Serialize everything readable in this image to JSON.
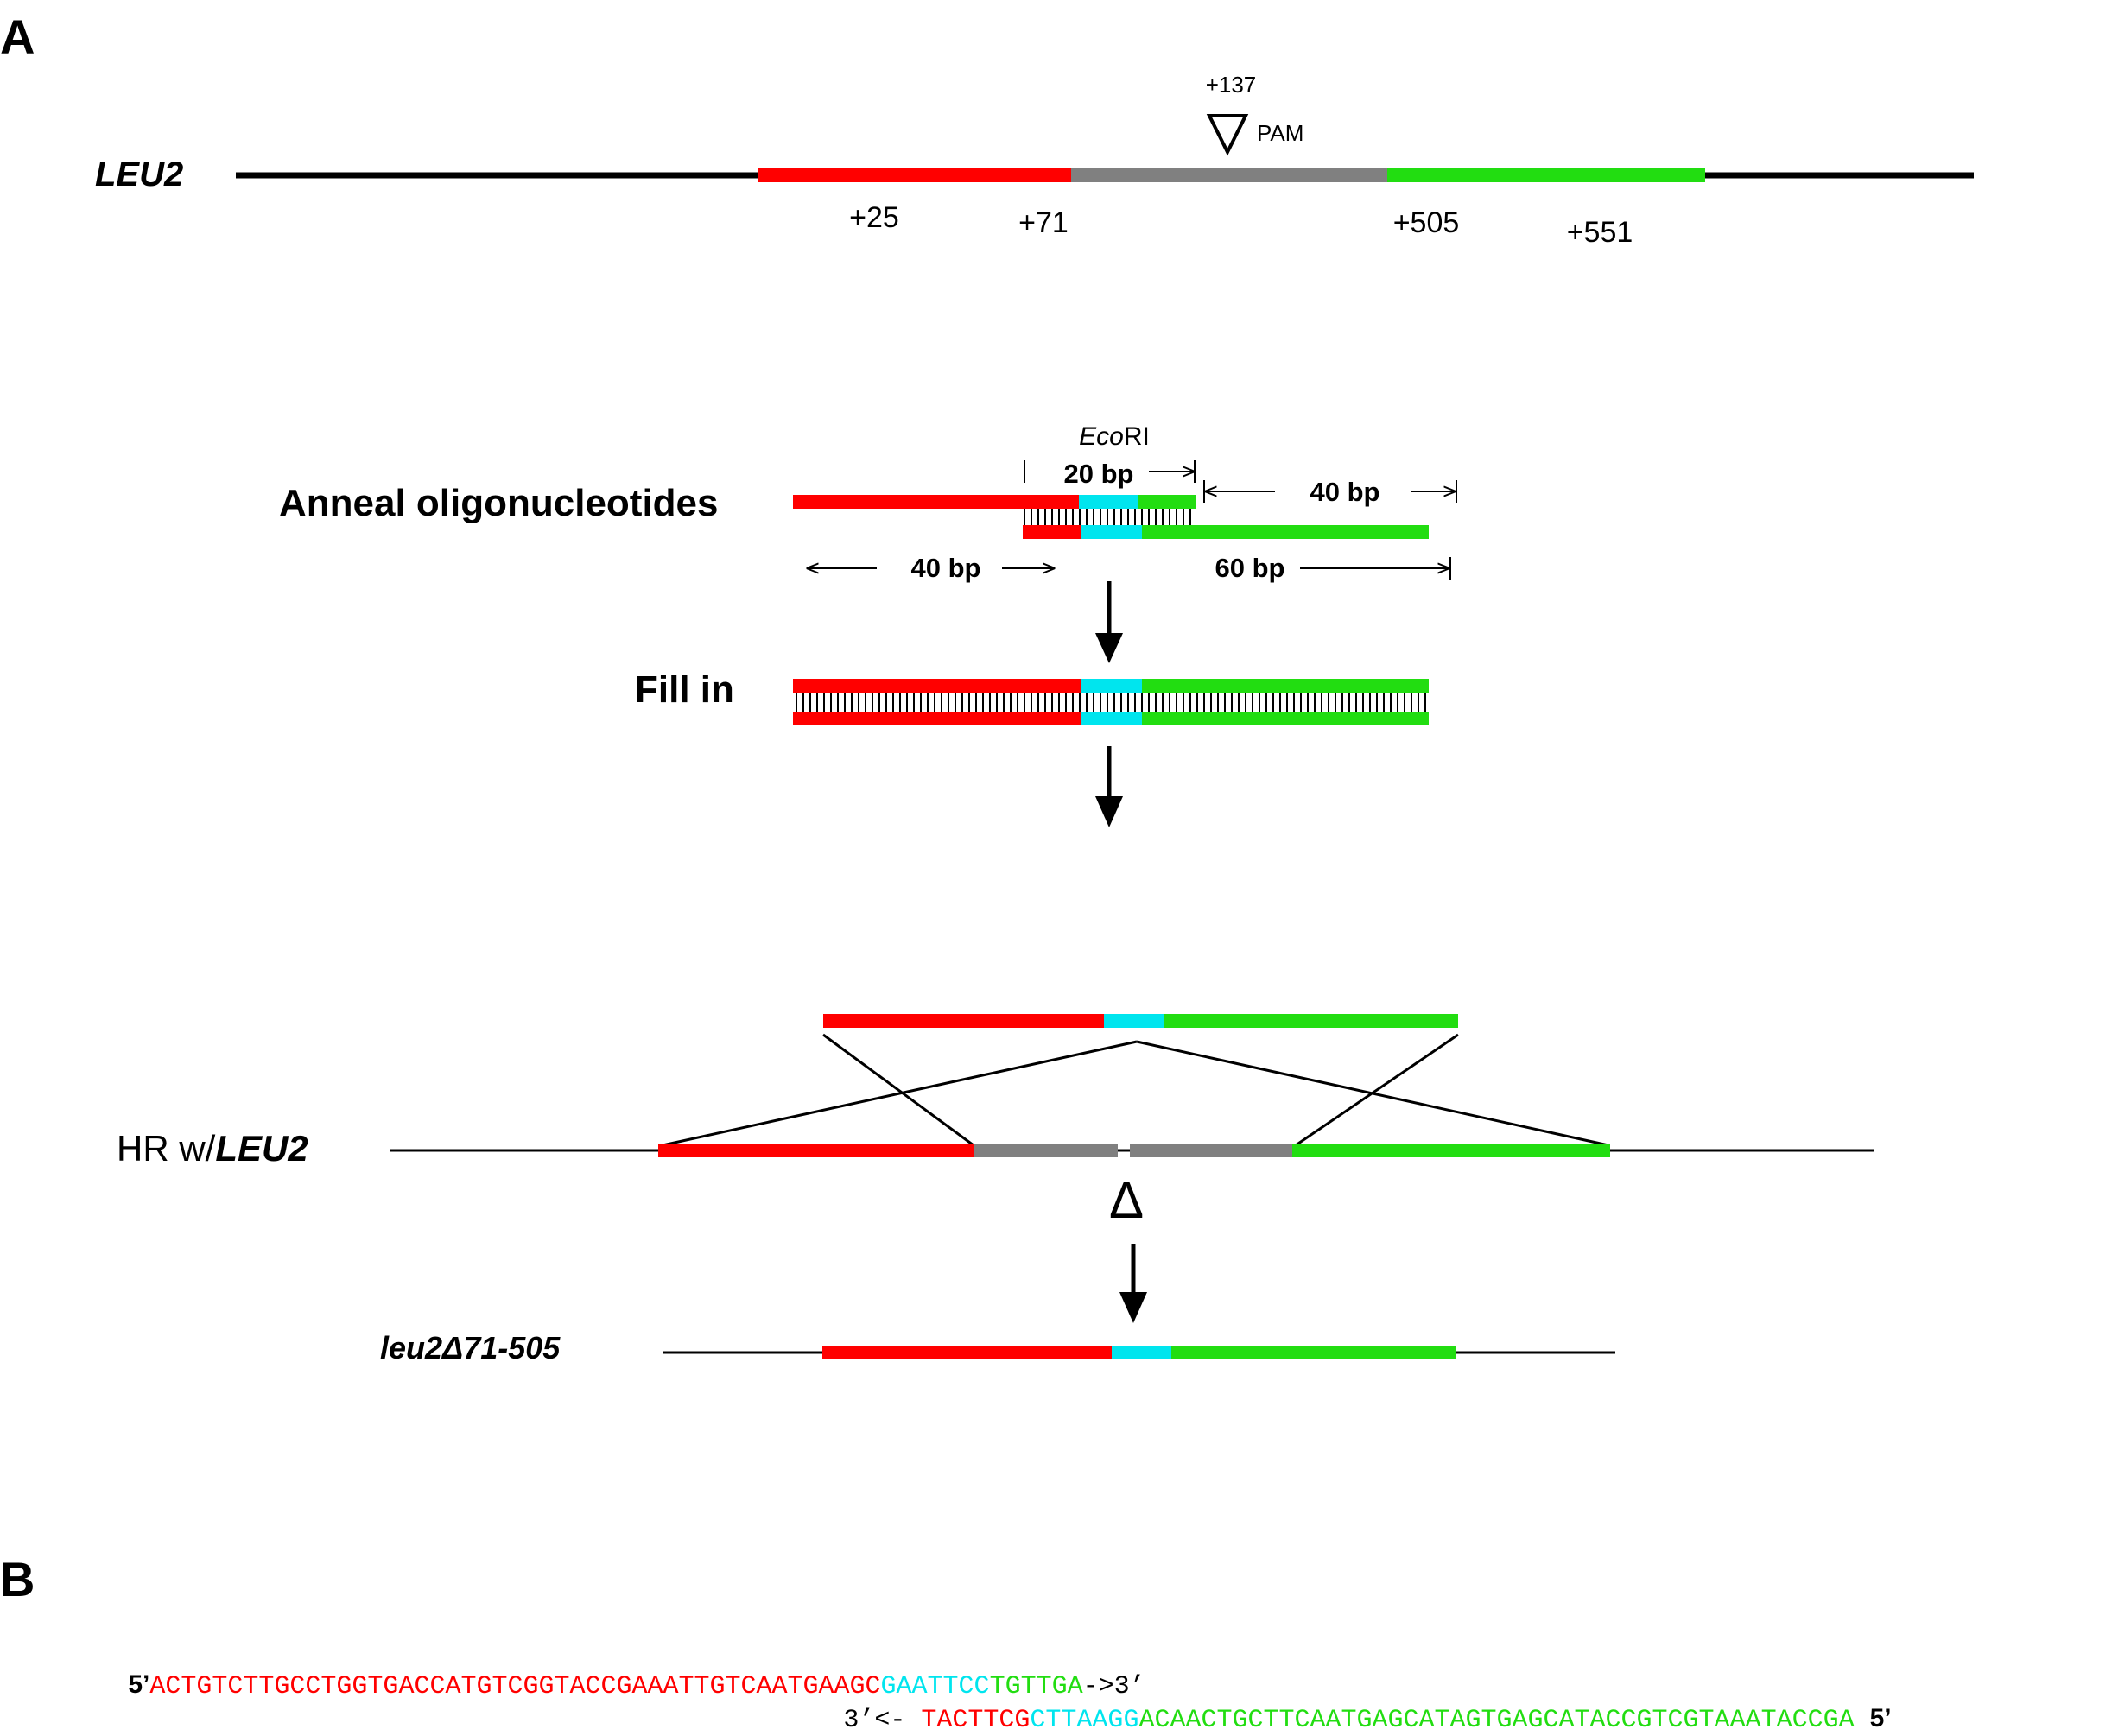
{
  "panel_a": {
    "letter": "A",
    "leu2_label": "LEU2",
    "site_137": "+137",
    "pam": "PAM",
    "pos_25": "+25",
    "pos_71": "+71",
    "pos_505": "+505",
    "pos_551": "+551",
    "ecori_italic": "Eco",
    "ecori_rest": "RI",
    "bp20": "20 bp",
    "bp40_top": "40 bp",
    "bp40_bottom": "40 bp",
    "bp60": "60 bp",
    "anneal_label": "Anneal oligonucleotides",
    "fillin_label": "Fill in",
    "hr_prefix": "HR w/",
    "hr_gene": "LEU2",
    "delta_symbol": "Δ",
    "result_label": "leu2Δ71-505"
  },
  "panel_b": {
    "letter": "B",
    "top_prefix": "5’",
    "top_red": "ACTGTCTTGCCTGGTGACCATGTCGGTACCGAAATTGTCAATGAAGC",
    "top_cyan": "GAATTCC",
    "top_green": "TGTTGA",
    "top_suffix": "->3’",
    "bottom_prefix": "3’<-",
    "bottom_red": "TACTTCG",
    "bottom_cyan": "CTTAAGG",
    "bottom_green": "ACAACTGCTTCAATGAGCATAGTGAGCATACCGTCGTAAATACCGA",
    "bottom_suffix": "5’"
  },
  "colors": {
    "red": "#ff0000",
    "grey": "#808080",
    "green": "#22dd11",
    "cyan": "#00e5ee",
    "black": "#000000"
  }
}
